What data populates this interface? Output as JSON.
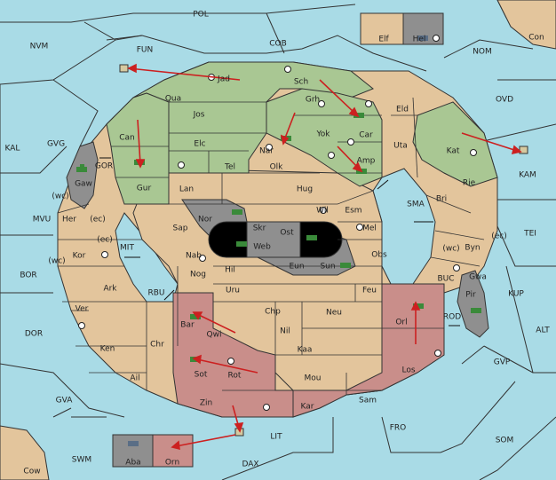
{
  "game": "Diplomacy variant map",
  "colors": {
    "sea": "#a9dbe6",
    "neutral": "#e3c59c",
    "green": "#a9c793",
    "red": "#c98e8a",
    "gray": "#8f8f8f",
    "black": "#000000",
    "order_arrow": "#cc2020",
    "unit_green": "#3a8a3a",
    "unit_blue": "#5a6e86"
  },
  "sea_regions": {
    "POL": "POL",
    "NVM": "NVM",
    "FUN": "FUN",
    "COB": "COB",
    "NOM": "NOM",
    "Con": "Con",
    "OVD": "OVD",
    "KAL": "KAL",
    "GVG": "GVG",
    "GOR": "GOR",
    "KAM": "KAM",
    "MVU": "MVU",
    "SMA": "SMA",
    "TEI": "TEI",
    "BOR": "BOR",
    "MIT": "MIT",
    "KUP": "KUP",
    "RBU": "RBU",
    "BUC": "BUC",
    "ROD": "ROD",
    "DOR": "DOR",
    "ALT": "ALT",
    "GVP": "GVP",
    "GVA": "GVA",
    "FRO": "FRO",
    "LIT": "LIT",
    "SOM": "SOM",
    "SWM": "SWM",
    "DAX": "DAX",
    "Cow": "Cow",
    "wc1": "(wc)",
    "ec1": "(ec)",
    "ec2": "(ec)",
    "wc2": "(wc)",
    "wc3": "(wc)",
    "ec3": "(ec)"
  },
  "provinces": {
    "Jad": "Jad",
    "Sch": "Sch",
    "Qua": "Qua",
    "Grh": "Grh",
    "Eld": "Eld",
    "Jos": "Jos",
    "Car": "Car",
    "Can": "Can",
    "Yok": "Yok",
    "Uta": "Uta",
    "Elc": "Elc",
    "Nar": "Nar",
    "Amp": "Amp",
    "Kat": "Kat",
    "Gaw": "Gaw",
    "Gur": "Gur",
    "Tel": "Tel",
    "Olk": "Olk",
    "Lan": "Lan",
    "Hug": "Hug",
    "Rie": "Rie",
    "Bri": "Bri",
    "Her": "Her",
    "Nor": "Nor",
    "Wil": "Wil",
    "Esm": "Esm",
    "Sap": "Sap",
    "Skr": "Skr",
    "Ost": "Ost",
    "Mel": "Mel",
    "Web": "Web",
    "Byn": "Byn",
    "Kor": "Kor",
    "Nab": "Nab",
    "Eun": "Eun",
    "Obs": "Obs",
    "Gwa": "Gwa",
    "Hil": "Hil",
    "Sun": "Sun",
    "Nog": "Nog",
    "Ark": "Ark",
    "Uru": "Uru",
    "Feu": "Feu",
    "Pir": "Pir",
    "Chp": "Chp",
    "Ver": "Ver",
    "Bar": "Bar",
    "Qwi": "Qwi",
    "Neu": "Neu",
    "Orl": "Orl",
    "Nil": "Nil",
    "Ken": "Ken",
    "Chr": "Chr",
    "Kaa": "Kaa",
    "Sot": "Sot",
    "Rot": "Rot",
    "Los": "Los",
    "Ail": "Ail",
    "Mou": "Mou",
    "Zin": "Zin",
    "Kar": "Kar",
    "Sam": "Sam",
    "Elf": "Elf",
    "Hel": "Hel",
    "Aba": "Aba",
    "Orn": "Orn"
  }
}
